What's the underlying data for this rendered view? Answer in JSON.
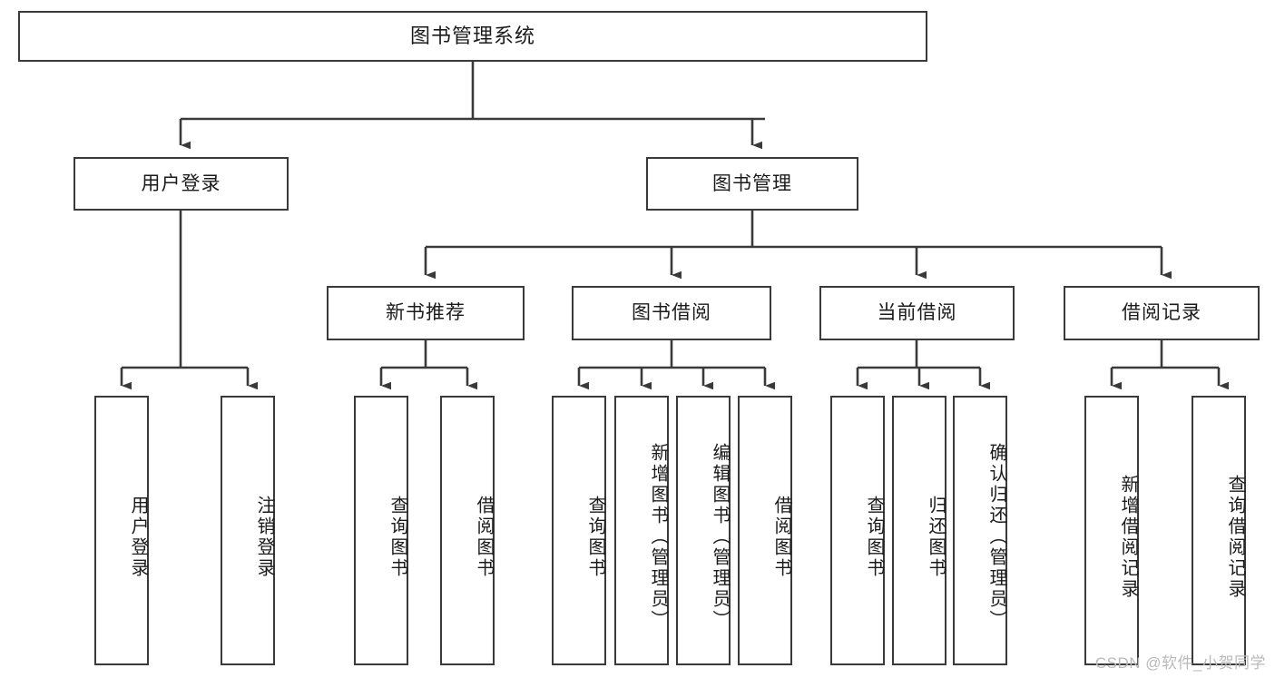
{
  "diagram": {
    "title": "图书管理系统",
    "type": "functional-structure-tree",
    "root": {
      "label": "图书管理系统"
    },
    "level2": [
      {
        "label": "用户登录"
      },
      {
        "label": "图书管理"
      }
    ],
    "level3": [
      {
        "label": "新书推荐"
      },
      {
        "label": "图书借阅"
      },
      {
        "label": "当前借阅"
      },
      {
        "label": "借阅记录"
      }
    ],
    "leaves": {
      "user_login": [
        {
          "label": "用户登录"
        },
        {
          "label": "注销登录"
        }
      ],
      "new_book_recommend": [
        {
          "label": "查询图书"
        },
        {
          "label": "借阅图书"
        }
      ],
      "book_borrow": [
        {
          "label": "查询图书"
        },
        {
          "label": "新增图书（管理员）"
        },
        {
          "label": "编辑图书（管理员）"
        },
        {
          "label": "借阅图书"
        }
      ],
      "current_borrow": [
        {
          "label": "查询图书"
        },
        {
          "label": "归还图书"
        },
        {
          "label": "确认归还（管理员）"
        }
      ],
      "borrow_record": [
        {
          "label": "新增借阅记录"
        },
        {
          "label": "查询借阅记录"
        }
      ]
    },
    "watermark": "CSDN @软件_小贺同学",
    "colors": {
      "border": "#3a3a3a",
      "text": "#1b1b1b",
      "background": "#ffffff",
      "watermark": "#b9b9b9"
    }
  }
}
